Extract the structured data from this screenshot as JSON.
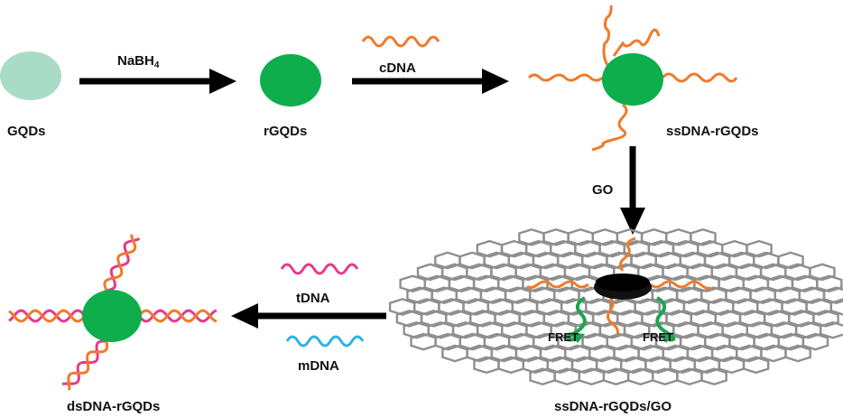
{
  "labels": {
    "gqds": "GQDs",
    "rgqds": "rGQDs",
    "ssdna_rgqds": "ssDNA-rGQDs",
    "ssdna_rgqds_go": "ssDNA-rGQDs/GO",
    "dsdna_rgqds": "dsDNA-rGQDs"
  },
  "reagents": {
    "nabh4_main": "NaBH",
    "nabh4_sub": "4",
    "cdna": "cDNA",
    "go": "GO",
    "tdna": "tDNA",
    "mdna": "mDNA"
  },
  "annotations": {
    "fret_left": "FRET",
    "fret_right": "FRET"
  },
  "colors": {
    "gqd_fill": "#a8dcc6",
    "rgqd_fill": "#0fae4c",
    "cdna_strand": "#f07a2a",
    "tdna_strand": "#e53a8c",
    "mdna_strand": "#2bb4e0",
    "fret_arrow": "#1ea350",
    "graphene": "#8f8f8f",
    "arrow": "#000000"
  }
}
